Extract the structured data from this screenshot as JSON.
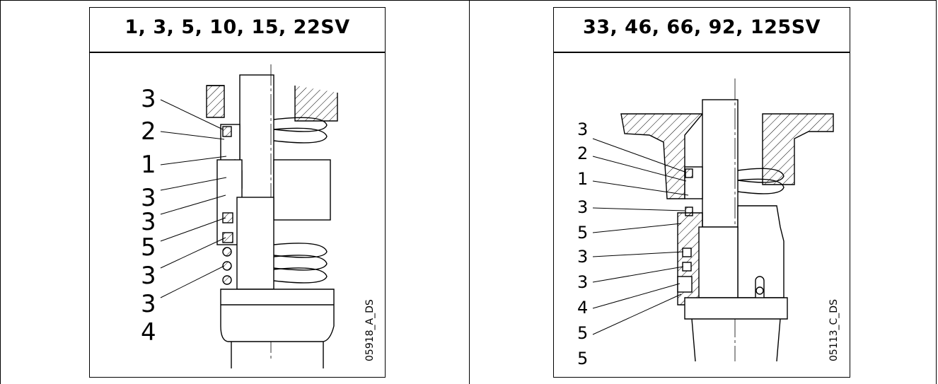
{
  "panels": [
    {
      "title": "1, 3, 5, 10, 15, 22SV",
      "callouts": [
        "3",
        "2",
        "1",
        "3",
        "3",
        "5",
        "3",
        "3",
        "4"
      ],
      "drawing_code": "05918_A_DS"
    },
    {
      "title": "33, 46, 66, 92, 125SV",
      "callouts": [
        "3",
        "2",
        "1",
        "3",
        "5",
        "3",
        "3",
        "4",
        "5",
        "5"
      ],
      "drawing_code": "05113_C_DS"
    }
  ],
  "colors": {
    "line": "#000000",
    "background": "#ffffff"
  }
}
